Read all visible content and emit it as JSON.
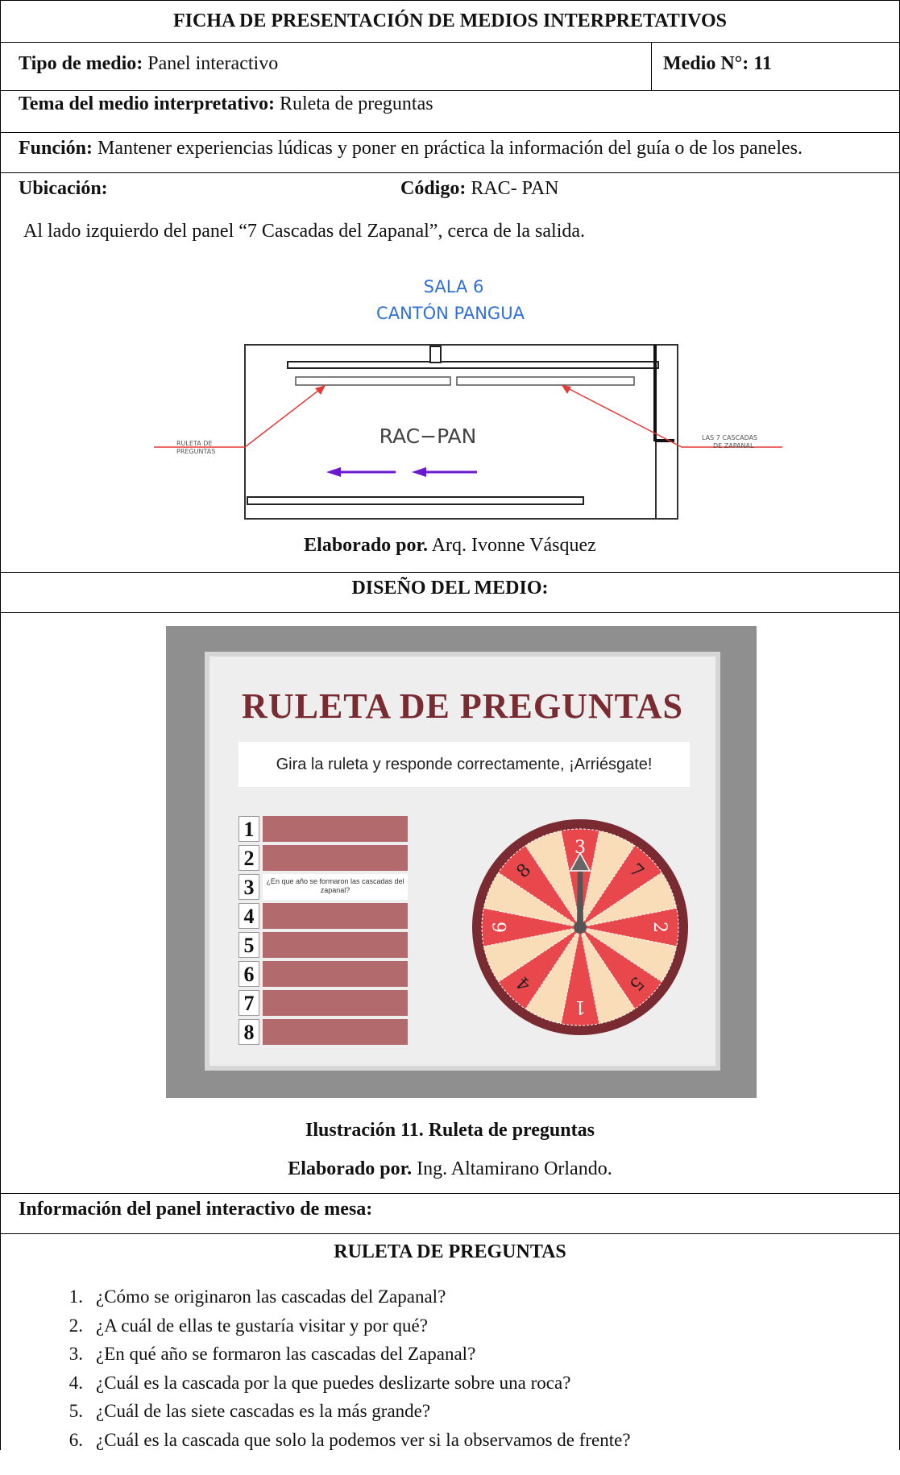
{
  "header": {
    "title": "FICHA DE PRESENTACIÓN DE MEDIOS INTERPRETATIVOS"
  },
  "tipo": {
    "label": "Tipo de medio:",
    "value": " Panel interactivo"
  },
  "medio": {
    "label": "Medio N°:",
    "value": " 11"
  },
  "tema": {
    "label": "Tema del medio interpretativo:",
    "value": " Ruleta de preguntas"
  },
  "funcion": {
    "label": "Función:",
    "value": " Mantener experiencias lúdicas y poner en práctica la información del guía o de los paneles."
  },
  "ubicacion": {
    "label": "Ubicación:"
  },
  "codigo": {
    "label": "Código:",
    "value": " RAC- PAN"
  },
  "ubicacion_text": "Al lado izquierdo del panel “7 Cascadas del Zapanal”, cerca de la salida.",
  "map": {
    "title_line1": "SALA 6",
    "title_line2": "CANTÓN PANGUA",
    "center_label": "RAC−PAN",
    "left_label_line1": "RULETA DE",
    "left_label_line2": "PREGUNTAS",
    "right_label_line1": "LAS 7 CASCADAS",
    "right_label_line2": "DE ZAPANAL",
    "title_color": "#2f6fd6",
    "arrow_color": "#e53935",
    "direction_color": "#6a1bd1"
  },
  "map_credit": {
    "label": "Elaborado por.",
    "value": " Arq. Ivonne Vásquez"
  },
  "diseno": {
    "title": "DISEÑO DEL MEDIO:"
  },
  "illustration": {
    "title": "RULETA DE PREGUNTAS",
    "subtitle": "Gira la ruleta y responde correctamente, ¡Arriésgate!",
    "numbers": [
      "1",
      "2",
      "3",
      "4",
      "5",
      "6",
      "7",
      "8"
    ],
    "open_question": "¿En que año se formaron las cascadas del zapanal?",
    "wheel_numbers": [
      "3",
      "7",
      "2",
      "5",
      "1",
      "4",
      "6",
      "8"
    ],
    "accent_color": "#7a2a31",
    "bar_color": "#b36a6c",
    "wheel_red": "#e8474c",
    "wheel_cream": "#f9dcb8"
  },
  "caption": {
    "label": "Ilustración 11. Ruleta de preguntas"
  },
  "illus_credit": {
    "label": "Elaborado por.",
    "value": " Ing. Altamirano Orlando."
  },
  "info": {
    "label": "Información del panel interactivo de mesa:"
  },
  "section_title": "RULETA DE PREGUNTAS",
  "questions": [
    {
      "n": "1.",
      "text": "¿Cómo se originaron las cascadas del Zapanal?"
    },
    {
      "n": "2.",
      "text": "¿A cuál de ellas te gustaría visitar y por qué?"
    },
    {
      "n": "3.",
      "text": "¿En qué año se formaron las cascadas del Zapanal?"
    },
    {
      "n": "4.",
      "text": "¿Cuál es la cascada por la que puedes deslizarte sobre una roca?"
    },
    {
      "n": "5.",
      "text": "¿Cuál de las siete cascadas es la más grande?"
    },
    {
      "n": "6.",
      "text": "¿Cuál es la cascada que solo la podemos ver si la observamos de frente?"
    }
  ]
}
